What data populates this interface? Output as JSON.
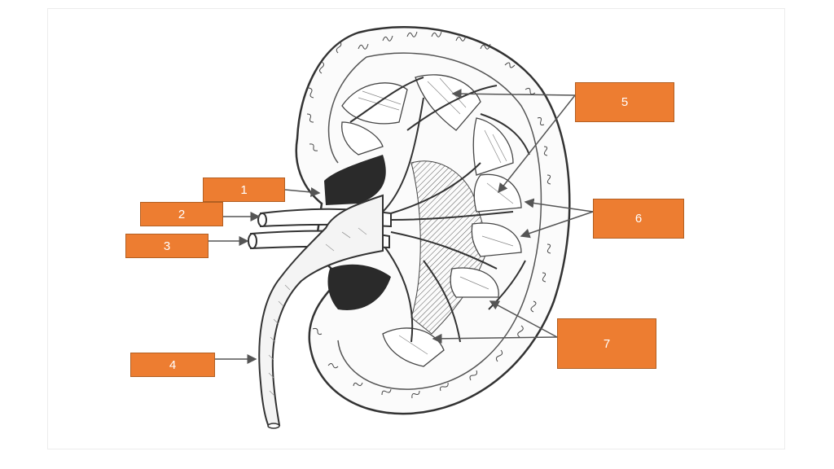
{
  "colors": {
    "accent": "#ED7D31",
    "line": "#3a3a3a",
    "arrow": "#555555"
  },
  "labels": [
    {
      "id": "1",
      "text": "1"
    },
    {
      "id": "2",
      "text": "2"
    },
    {
      "id": "3",
      "text": "3"
    },
    {
      "id": "4",
      "text": "4"
    },
    {
      "id": "5",
      "text": "5"
    },
    {
      "id": "6",
      "text": "6"
    },
    {
      "id": "7",
      "text": "7"
    }
  ]
}
